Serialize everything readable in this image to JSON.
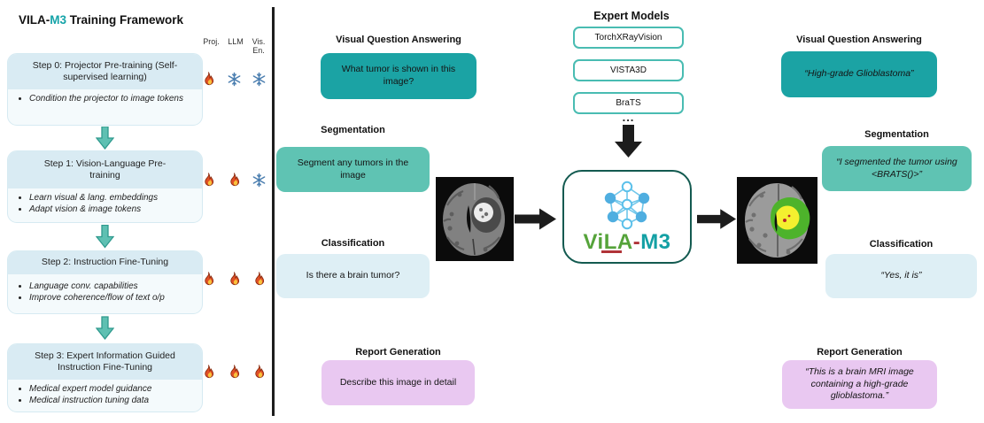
{
  "left_panel": {
    "title": {
      "prefix": "VILA-",
      "accent": "M3",
      "suffix": " Training Framework"
    },
    "columns": [
      "Proj.",
      "LLM",
      "Vis. En."
    ],
    "steps": [
      {
        "title": "Step 0: Projector Pre-training (Self-supervised learning)",
        "bullets": [
          "Condition the projector to image tokens"
        ],
        "icons": [
          "flame",
          "snowflake",
          "snowflake"
        ]
      },
      {
        "title": "Step 1: Vision-Language Pre-training",
        "bullets": [
          "Learn visual & lang. embeddings",
          "Adapt vision & image tokens"
        ],
        "icons": [
          "flame",
          "flame",
          "snowflake"
        ]
      },
      {
        "title": "Step 2: Instruction Fine-Tuning",
        "bullets": [
          "Language conv. capabilities",
          "Improve coherence/flow of text o/p"
        ],
        "icons": [
          "flame",
          "flame",
          "flame"
        ]
      },
      {
        "title": "Step 3: Expert Information Guided Instruction Fine-Tuning",
        "bullets": [
          "Medical expert model guidance",
          "Medical instruction tuning data"
        ],
        "icons": [
          "flame",
          "flame",
          "flame"
        ]
      }
    ]
  },
  "prompts": {
    "vqa": {
      "header": "Visual Question Answering",
      "text": "What tumor is shown in this image?"
    },
    "segmentation": {
      "header": "Segmentation",
      "text": "Segment any tumors in the image"
    },
    "classification": {
      "header": "Classification",
      "text": "Is there a brain tumor?"
    },
    "report": {
      "header": "Report Generation",
      "text": "Describe this image in detail"
    }
  },
  "expert_models": {
    "header": "Expert Models",
    "items": [
      "TorchXRayVision",
      "VISTA3D",
      "BraTS"
    ],
    "ellipsis": "..."
  },
  "model": {
    "name_green": "ViLA",
    "name_hyphen": "-",
    "name_teal": "M3"
  },
  "responses": {
    "vqa": {
      "header": "Visual Question Answering",
      "text": "“High-grade Glioblastoma”"
    },
    "segmentation": {
      "header": "Segmentation",
      "text": "“I segmented the tumor using <BRATS()>”"
    },
    "classification": {
      "header": "Classification",
      "text": "“Yes, it is”"
    },
    "report": {
      "header": "Report Generation",
      "text": "“This is a brain MRI image containing a high-grade glioblastoma.”"
    }
  },
  "icons_map": {
    "flame": "🔥",
    "snowflake": "❄"
  },
  "colors": {
    "teal_dark": "#1BA3A4",
    "teal_mid": "#5FC3B3",
    "blue_light": "#DEEFF5",
    "purple_light": "#E9C8F1",
    "step_header_blue": "#D9EBF3",
    "logo_green": "#55A33A",
    "logo_red": "#B03338",
    "logo_teal": "#13A0A4"
  }
}
